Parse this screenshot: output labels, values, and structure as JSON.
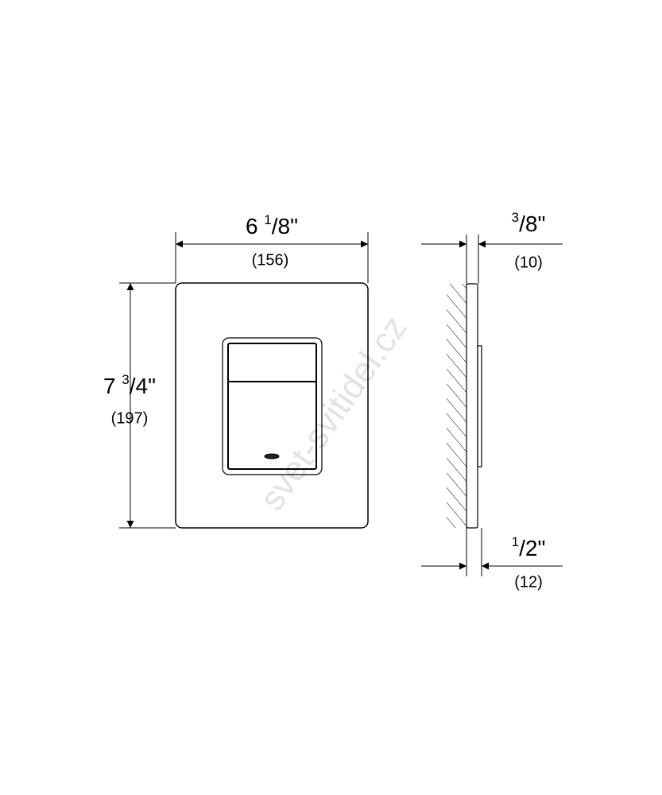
{
  "watermark": "svet-svitidel.cz",
  "width": {
    "whole": "6",
    "num": "1",
    "den": "/8\"",
    "mm": "(156)"
  },
  "height": {
    "whole": "7",
    "num": "3",
    "den": "/4\"",
    "mm": "(197)"
  },
  "depth_top": {
    "num": "3",
    "den": "/8\"",
    "mm": "(10)"
  },
  "depth_bottom": {
    "num": "1",
    "den": "/2\"",
    "mm": "(12)"
  }
}
